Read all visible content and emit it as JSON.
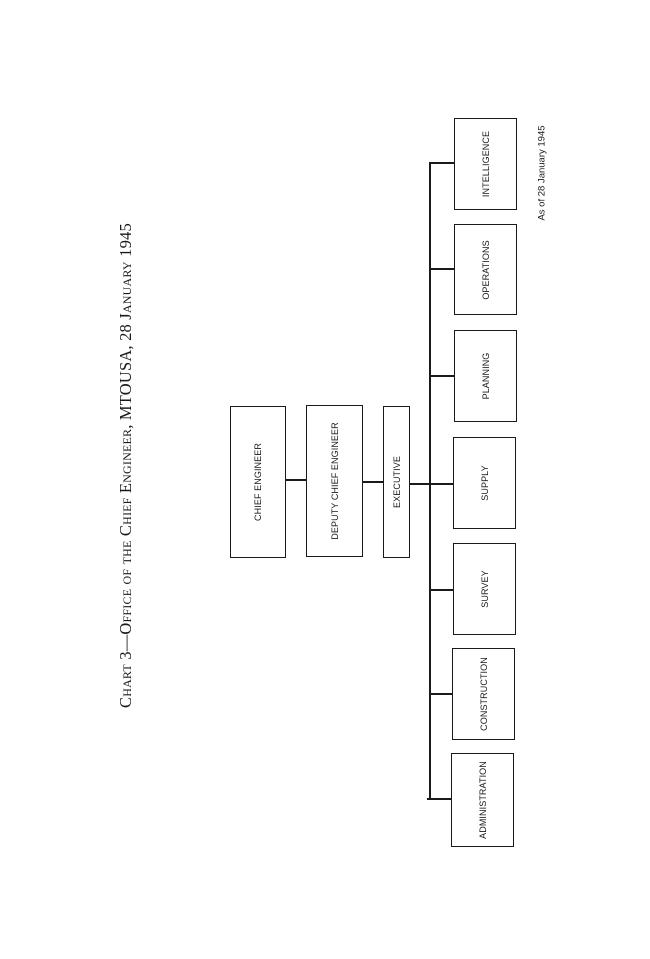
{
  "title": {
    "prefix": "Chart 3—",
    "main": "Office of the Chief Engineer, MTOUSA, 28 January 1945"
  },
  "boxes": {
    "chief_engineer": "CHIEF ENGINEER",
    "deputy_chief_engineer": "DEPUTY CHIEF ENGINEER",
    "executive": "EXECUTIVE",
    "administration": "ADMINISTRATION",
    "construction": "CONSTRUCTION",
    "survey": "SURVEY",
    "supply": "SUPPLY",
    "planning": "PLANNING",
    "operations": "OPERATIONS",
    "intelligence": "INTELLIGENCE"
  },
  "note": "As of 28 January 1945"
}
